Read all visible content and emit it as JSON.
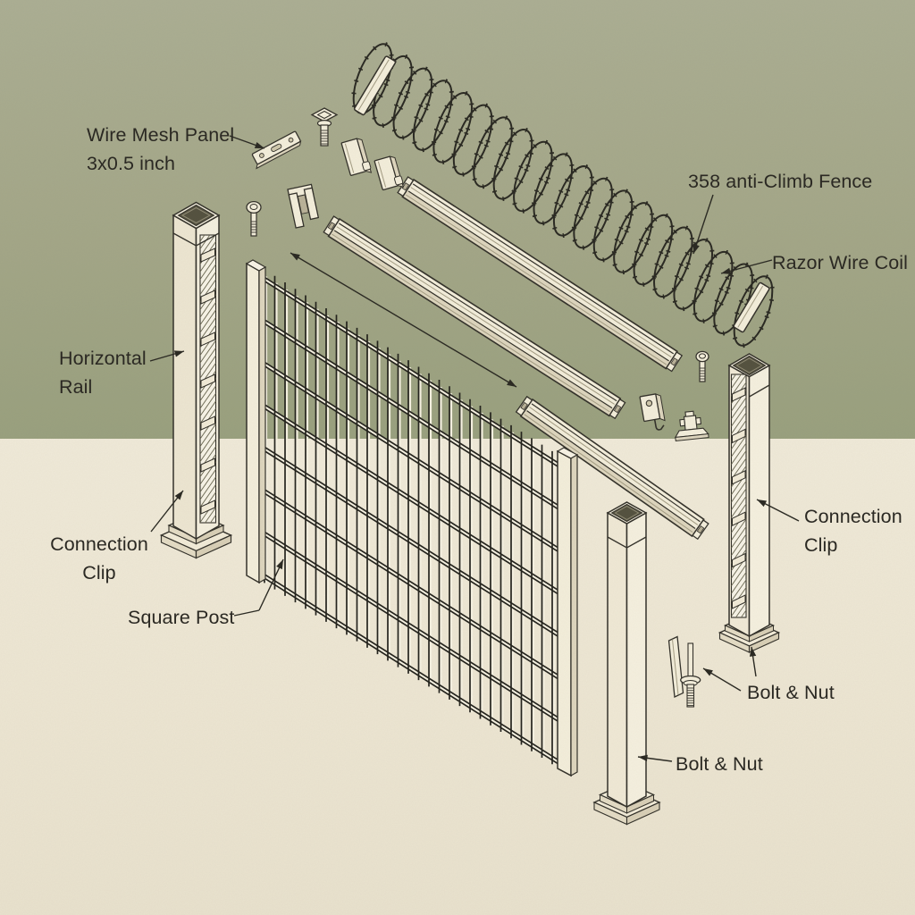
{
  "labels": {
    "wire_mesh_panel": {
      "line1": "Wire Mesh Panel",
      "line2": "3x0.5 inch"
    },
    "anti_climb_fence": "358 anti-Climb Fence",
    "razor_wire_coil": "Razor Wire Coil",
    "horizontal_rail": {
      "line1": "Horizontal",
      "line2": "Rail"
    },
    "connection_clip_left": {
      "line1": "Connection",
      "line2": "Clip"
    },
    "square_post": "Square Post",
    "connection_clip_right": {
      "line1": "Connection",
      "line2": "Clip"
    },
    "bolt_nut_right": "Bolt & Nut",
    "bolt_nut_bottom": "Bolt & Nut"
  },
  "colors": {
    "background_top": "#a3a687",
    "background_bottom": "#ece5d2",
    "line": "#33312a",
    "wire": "#23221c",
    "part_fill": "#f3edda",
    "text": "#2b2923"
  },
  "components": [
    "razor-wire-coil",
    "coil-end-bracket",
    "horizontal-rail-top",
    "horizontal-rail-middle",
    "horizontal-rail-bottom",
    "wire-mesh-panel",
    "panel-width-arrow",
    "connection-clip-plate",
    "square-head-bolt",
    "flat-clip",
    "u-clip",
    "round-head-bolt",
    "hook-clip",
    "t-bracket",
    "square-post-left",
    "square-post-middle",
    "square-post-right",
    "base-plate",
    "flat-bar",
    "bolt-with-washer"
  ]
}
